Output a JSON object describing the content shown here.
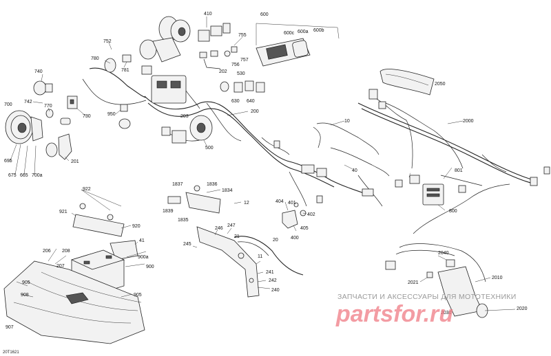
{
  "diagram_code": "20T1621",
  "watermark": {
    "tagline": "ЗАПЧАСТИ И АКСЕССУАРЫ ДЛЯ МОТОТЕХНИКИ",
    "logo": "partsfor.ru"
  },
  "callouts": {
    "c410": "410",
    "c600": "600",
    "c600c": "600c",
    "c600a": "600a",
    "c600b": "600b",
    "c755": "755",
    "c752": "752",
    "c780": "780",
    "c781": "781",
    "c756": "756",
    "c757": "757",
    "c202": "202",
    "c740": "740",
    "c530": "530",
    "c742": "742",
    "c770": "770",
    "c630": "630",
    "c640": "640",
    "c2050": "2050",
    "c700": "700",
    "c730": "730",
    "c950": "950",
    "c203": "203",
    "c200": "200",
    "c10": "10",
    "c2000": "2000",
    "c500": "500",
    "c201": "201",
    "c695": "695",
    "c675": "675",
    "c665": "665",
    "c700a": "700a",
    "c40": "40",
    "c801": "801",
    "c1837": "1837",
    "c1836": "1836",
    "c1834": "1834",
    "c1839": "1839",
    "c1835": "1835",
    "c12": "12",
    "c922": "922",
    "c921": "921",
    "c920": "920",
    "c404": "404",
    "c401": "401",
    "c402": "402",
    "c405": "405",
    "c400": "400",
    "c800": "800",
    "c41": "41",
    "c246": "246",
    "c247": "247",
    "c21": "21",
    "c20": "20",
    "c245": "245",
    "c206a": "206",
    "c208": "208",
    "c207": "207",
    "c900a": "900a",
    "c900": "900",
    "c11": "11",
    "c241": "241",
    "c242": "242",
    "c240": "240",
    "c905": "905",
    "c908": "908",
    "c905b": "905",
    "c907": "907",
    "c2040": "2040",
    "c2010": "2010",
    "c2021": "2021",
    "c2030": "2030",
    "c2020": "2020"
  }
}
